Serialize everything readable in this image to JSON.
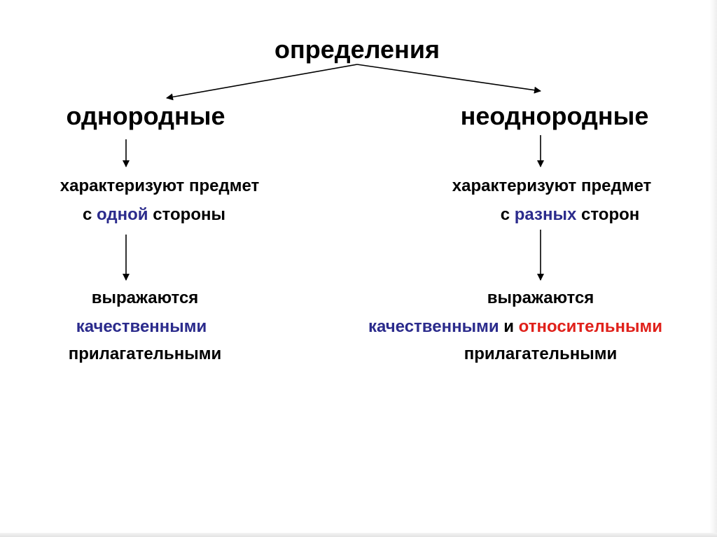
{
  "title": "определения",
  "left": {
    "heading": "однородные",
    "desc_line1": "характеризуют предмет",
    "desc_line2_pre": "с ",
    "desc_line2_hl": "одной",
    "desc_line2_post": " стороны",
    "expr_line1": "выражаются",
    "expr_line2": "качественными",
    "expr_line3": "прилагательными"
  },
  "right": {
    "heading": "неоднородные",
    "desc_line1": "характеризуют предмет",
    "desc_line2_pre": "с ",
    "desc_line2_hl": "разных",
    "desc_line2_post": " сторон",
    "expr_line1": "выражаются",
    "expr_line2_a": "качественными",
    "expr_line2_and": " и ",
    "expr_line2_b": "относительными",
    "expr_line3": "прилагательными"
  },
  "colors": {
    "highlight_blue": "#2b2b8c",
    "highlight_red": "#e0211b",
    "text": "#000000"
  }
}
